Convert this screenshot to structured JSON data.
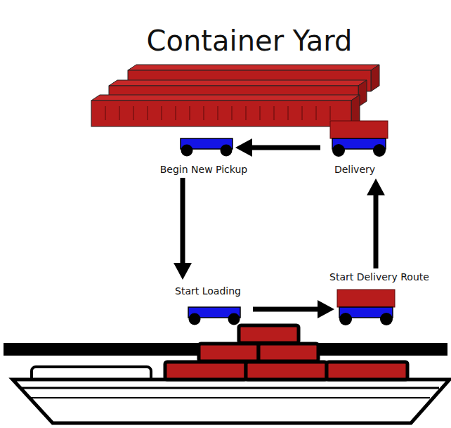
{
  "diagram": {
    "title": "Container Yard",
    "nodes": [
      {
        "text": [
          "Begin New Pickup"
        ]
      },
      {
        "text": [
          "Delivery"
        ]
      },
      {
        "text": [
          "Start Loading"
        ]
      },
      {
        "text": [
          "Start Delivery Route"
        ]
      }
    ],
    "edges": [
      {
        "from": 1,
        "to": 0,
        "arrow": "to"
      },
      {
        "from": 0,
        "to": 2,
        "arrow": "to"
      },
      {
        "from": 2,
        "to": 3,
        "arrow": "to"
      },
      {
        "from": 3,
        "to": 1,
        "arrow": "to"
      }
    ]
  }
}
